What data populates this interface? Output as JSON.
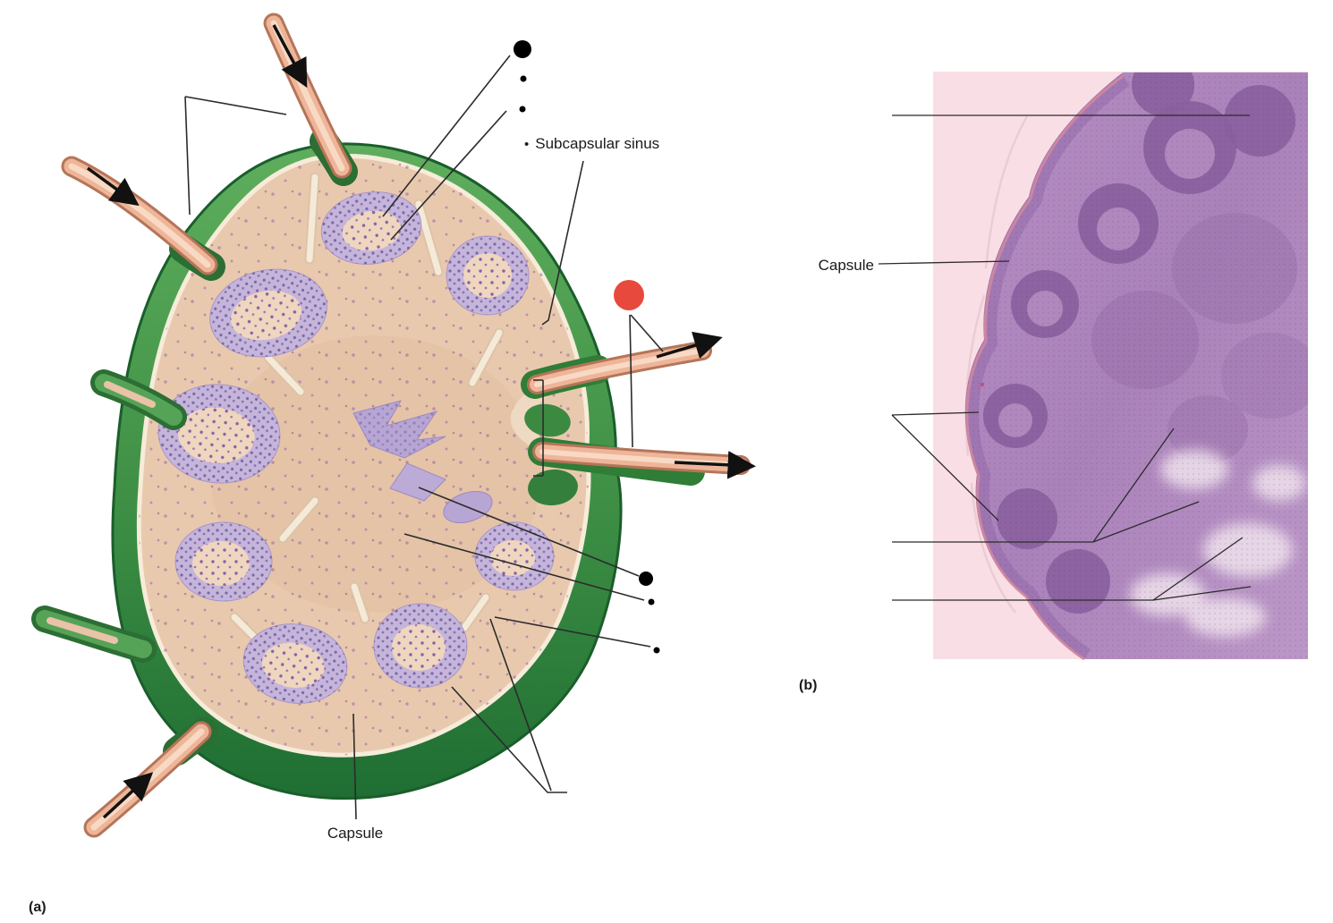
{
  "figure": {
    "panel_a": {
      "tag": "(a)",
      "subcapsular_sinus_bullet": "•",
      "subcapsular_sinus_label": "Subcapsular sinus",
      "capsule_label": "Capsule"
    },
    "panel_b": {
      "tag": "(b)",
      "capsule_label": "Capsule"
    }
  },
  "colors": {
    "red_marker": "#e8493d",
    "black_marker": "#000000",
    "leader_line": "#2b2b2b",
    "node_green_dark": "#1f6e33",
    "node_green": "#4f9d50",
    "node_tan": "#e9c9ae",
    "follicle_purple": "#c6b5da",
    "vessel_pink": "#eeb598",
    "micrograph_bg": "#f9dfe5",
    "micrograph_tissue": "#ab82ba"
  }
}
